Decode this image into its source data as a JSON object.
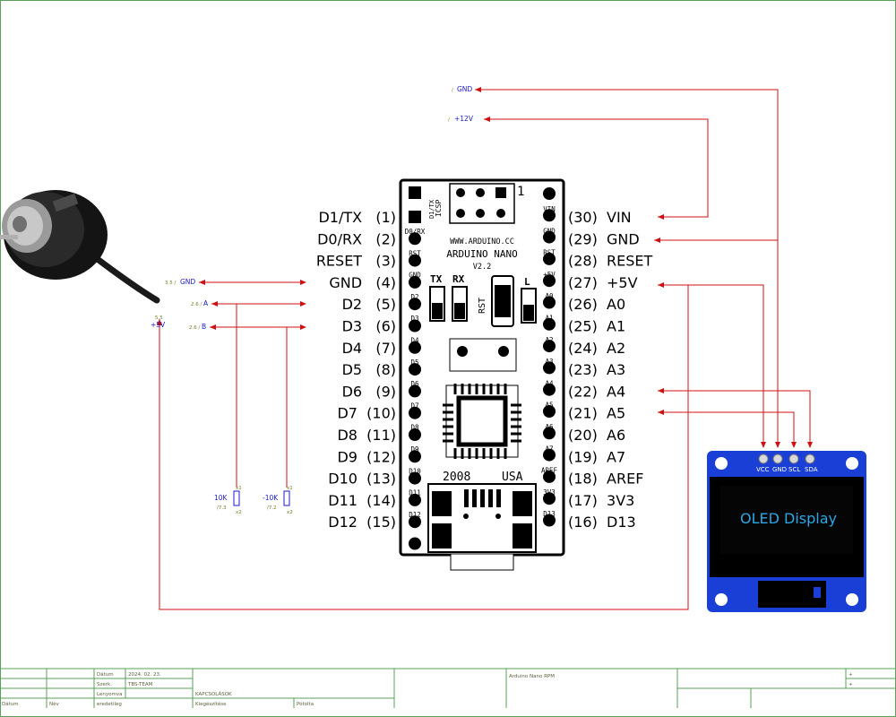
{
  "board": {
    "line1": "WWW.ARDUINO.CC",
    "line2": "ARDUINO NANO",
    "line3": "V2.2",
    "year": "2008",
    "country": "USA",
    "icsp": "ICSP",
    "icsp_pin1": "1",
    "led_tx": "TX",
    "led_rx": "RX",
    "led_l": "L",
    "rst_button": "RST",
    "left_silk": [
      "D0/RX",
      "RST",
      "GND",
      "D2",
      "D3",
      "D4",
      "D5",
      "D6",
      "D7",
      "D8",
      "D9",
      "D10",
      "D11",
      "D12"
    ],
    "right_silk": [
      "VIN",
      "GND",
      "RST",
      "+5V",
      "A0",
      "A1",
      "A2",
      "A3",
      "A4",
      "A5",
      "A6",
      "A7",
      "AREF",
      "3V3",
      "D13"
    ],
    "top_silk": "D1/TX",
    "left_pins": [
      "D1/TX   (1)",
      "D0/RX   (2)",
      "RESET   (3)",
      "GND   (4)",
      "D2   (5)",
      "D3   (6)",
      "D4   (7)",
      "D5   (8)",
      "D6   (9)",
      "D7  (10)",
      "D8  (11)",
      "D9  (12)",
      "D10  (13)",
      "D11  (14)",
      "D12  (15)"
    ],
    "right_pins": [
      "(30)  VIN",
      "(29)  GND",
      "(28)  RESET",
      "(27)  +5V",
      "(26)  A0",
      "(25)  A1",
      "(24)  A2",
      "(23)  A3",
      "(22)  A4",
      "(21)  A5",
      "(20)  A6",
      "(19)  A7",
      "(18)  AREF",
      "(17)  3V3",
      "(16)  D13"
    ]
  },
  "nets": {
    "gnd_top": "GND",
    "gnd_top_ref": "/",
    "v12": "+12V",
    "v12_ref": "/",
    "gnd_left": "GND",
    "gnd_left_ref": "3.5 /",
    "a": "A",
    "a_ref": "2.6 /",
    "b": "B",
    "b_ref": "2.6 /",
    "v5": "+5V",
    "v5_ref": "5.5"
  },
  "resistors": [
    {
      "value": "10K",
      "ref": "/7.3",
      "pin1": "x1",
      "pin2": "x2"
    },
    {
      "value": "-10K",
      "ref": "/7.2",
      "pin1": "x1",
      "pin2": "x2"
    }
  ],
  "oled": {
    "pins": [
      "VCC",
      "GND",
      "SCL",
      "SDA"
    ],
    "text": "OLED Display"
  },
  "title_block": {
    "date_label": "Dátum",
    "date_value": "2024. 02. 23.",
    "drawn_label": "Szerk.",
    "drawn_value": "TBS-TEAM",
    "check_label": "Lenyomva",
    "sheet_title": "KAPCSOLÁSOK",
    "project": "Arduino Nano RPM",
    "bottom": [
      "Dátum",
      "Név",
      "eredetileg",
      "Kiegészítése",
      "Pótolta"
    ],
    "plus1": "+",
    "plus2": "+"
  },
  "colors": {
    "wire": "#d01010",
    "border": "#5aa05a",
    "board": "#000000",
    "oled_blue": "#1a3fd6",
    "oled_text": "#2aa8e8"
  }
}
